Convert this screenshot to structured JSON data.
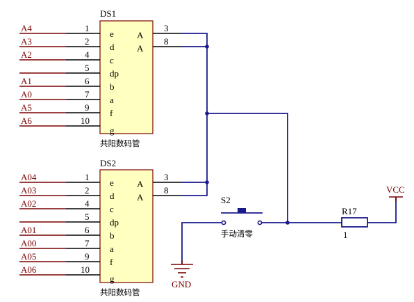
{
  "ds1": {
    "ref": "DS1",
    "desc": "共阳数码管",
    "left_pins": [
      {
        "net": "A4",
        "num": "1",
        "seg": "e"
      },
      {
        "net": "A3",
        "num": "2",
        "seg": "d"
      },
      {
        "net": "A2",
        "num": "4",
        "seg": "c"
      },
      {
        "net": "",
        "num": "5",
        "seg": "dp"
      },
      {
        "net": "A1",
        "num": "6",
        "seg": "b"
      },
      {
        "net": "A0",
        "num": "7",
        "seg": "a"
      },
      {
        "net": "A5",
        "num": "9",
        "seg": "f"
      },
      {
        "net": "A6",
        "num": "10",
        "seg": "g"
      }
    ],
    "right_pins": [
      {
        "num": "3",
        "seg": "A"
      },
      {
        "num": "8",
        "seg": "A"
      }
    ]
  },
  "ds2": {
    "ref": "DS2",
    "desc": "共阳数码管",
    "left_pins": [
      {
        "net": "A04",
        "num": "1",
        "seg": "e"
      },
      {
        "net": "A03",
        "num": "2",
        "seg": "d"
      },
      {
        "net": "A02",
        "num": "4",
        "seg": "c"
      },
      {
        "net": "",
        "num": "5",
        "seg": "dp"
      },
      {
        "net": "A01",
        "num": "6",
        "seg": "b"
      },
      {
        "net": "A00",
        "num": "7",
        "seg": "a"
      },
      {
        "net": "A05",
        "num": "9",
        "seg": "f"
      },
      {
        "net": "A06",
        "num": "10",
        "seg": "g"
      }
    ],
    "right_pins": [
      {
        "num": "3",
        "seg": "A"
      },
      {
        "num": "8",
        "seg": "A"
      }
    ]
  },
  "s2": {
    "ref": "S2",
    "desc": "手动清零"
  },
  "r17": {
    "ref": "R17",
    "value": "1"
  },
  "vcc": {
    "label": "VCC"
  },
  "gnd": {
    "label": "GND"
  },
  "colors": {
    "wire": "#1a1a8c",
    "symbol": "#7a0000",
    "chip_fill": "#ffffc0"
  }
}
